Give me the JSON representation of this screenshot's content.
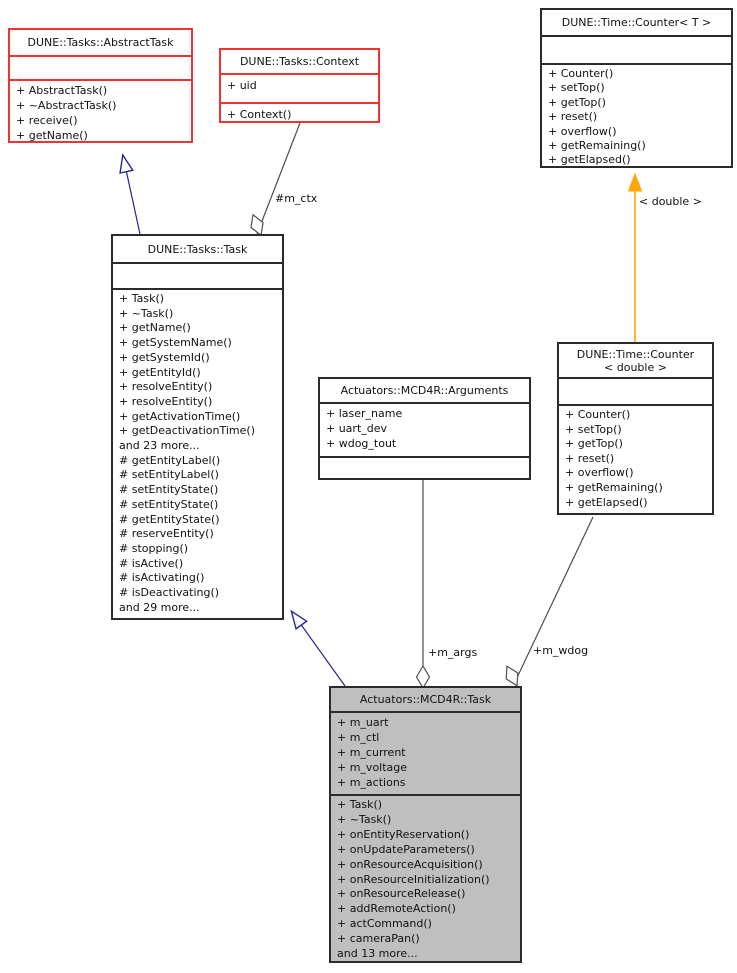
{
  "colors": {
    "red_border": "#ee3333",
    "black_border": "#2b2b2b",
    "gray_fill": "#bfbfbf",
    "inheritance_blue": "#252591",
    "template_orange": "#ffa500",
    "edge_gray": "#4d4d4d"
  },
  "classes": {
    "abstract_task": {
      "title": "DUNE::Tasks::AbstractTask",
      "attributes": [],
      "methods": [
        "+ AbstractTask()",
        "+ ~AbstractTask()",
        "+ receive()",
        "+ getName()"
      ]
    },
    "context": {
      "title": "DUNE::Tasks::Context",
      "attributes": [
        "+ uid"
      ],
      "methods": [
        "+ Context()"
      ]
    },
    "counter_t": {
      "title": "DUNE::Time::Counter< T >",
      "attributes": [],
      "methods": [
        "+ Counter()",
        "+ setTop()",
        "+ getTop()",
        "+ reset()",
        "+ overflow()",
        "+ getRemaining()",
        "+ getElapsed()"
      ]
    },
    "task": {
      "title": "DUNE::Tasks::Task",
      "attributes": [],
      "methods": [
        "+ Task()",
        "+ ~Task()",
        "+ getName()",
        "+ getSystemName()",
        "+ getSystemId()",
        "+ getEntityId()",
        "+ resolveEntity()",
        "+ resolveEntity()",
        "+ getActivationTime()",
        "+ getDeactivationTime()",
        "and 23 more...",
        "# getEntityLabel()",
        "# setEntityLabel()",
        "# setEntityState()",
        "# setEntityState()",
        "# getEntityState()",
        "# reserveEntity()",
        "# stopping()",
        "# isActive()",
        "# isActivating()",
        "# isDeactivating()",
        "and 29 more..."
      ]
    },
    "arguments": {
      "title": "Actuators::MCD4R::Arguments",
      "attributes": [
        "+ laser_name",
        "+ uart_dev",
        "+ wdog_tout"
      ],
      "methods": []
    },
    "counter_double": {
      "title_line1": "DUNE::Time::Counter",
      "title_line2": "< double >",
      "attributes": [],
      "methods": [
        "+ Counter()",
        "+ setTop()",
        "+ getTop()",
        "+ reset()",
        "+ overflow()",
        "+ getRemaining()",
        "+ getElapsed()"
      ]
    },
    "mcd4r_task": {
      "title": "Actuators::MCD4R::Task",
      "attributes": [
        "+ m_uart",
        "+ m_ctl",
        "+ m_current",
        "+ m_voltage",
        "+ m_actions"
      ],
      "methods": [
        "+ Task()",
        "+ ~Task()",
        "+ onEntityReservation()",
        "+ onUpdateParameters()",
        "+ onResourceAcquisition()",
        "+ onResourceInitialization()",
        "+ onResourceRelease()",
        "+ addRemoteAction()",
        "+ actCommand()",
        "+ cameraPan()",
        "and 13 more..."
      ]
    }
  },
  "relationships": [
    {
      "from": "DUNE::Tasks::Task",
      "to": "DUNE::Tasks::AbstractTask",
      "type": "inheritance",
      "label": ""
    },
    {
      "from": "DUNE::Tasks::Context",
      "to": "DUNE::Tasks::Task",
      "type": "aggregation",
      "label": "#m_ctx"
    },
    {
      "from": "DUNE::Time::Counter< double >",
      "to": "DUNE::Time::Counter< T >",
      "type": "template-instantiation",
      "label": "< double >"
    },
    {
      "from": "Actuators::MCD4R::Task",
      "to": "DUNE::Tasks::Task",
      "type": "inheritance",
      "label": ""
    },
    {
      "from": "Actuators::MCD4R::Arguments",
      "to": "Actuators::MCD4R::Task",
      "type": "aggregation",
      "label": "+m_args"
    },
    {
      "from": "DUNE::Time::Counter< double >",
      "to": "Actuators::MCD4R::Task",
      "type": "aggregation",
      "label": "+m_wdog"
    }
  ]
}
